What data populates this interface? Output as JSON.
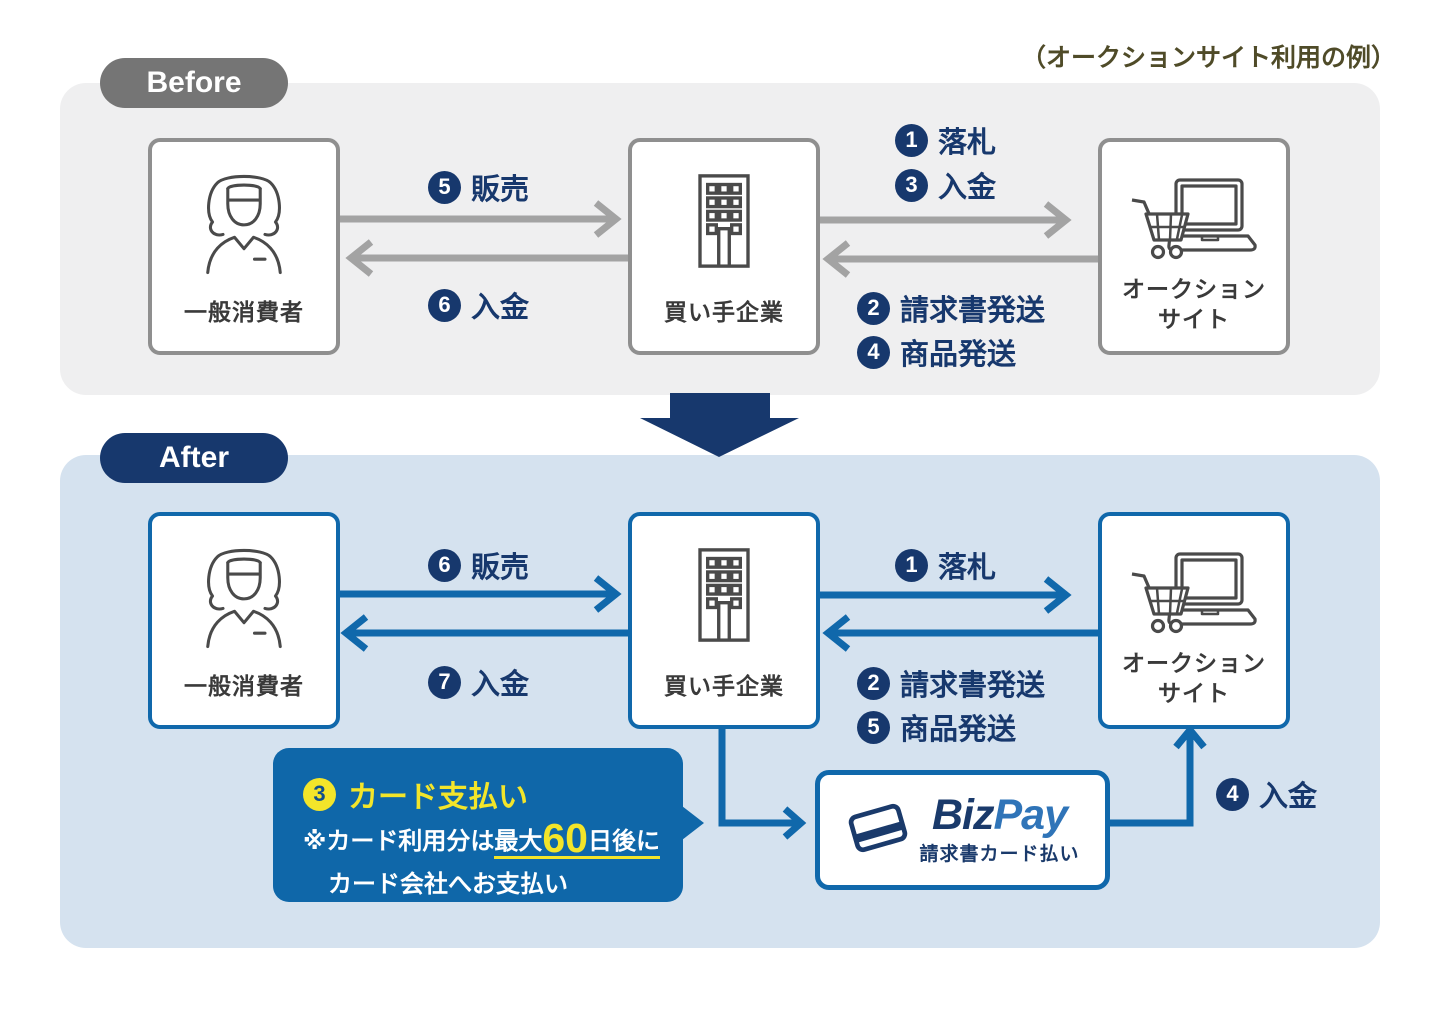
{
  "caption": "（オークションサイト利用の例）",
  "colors": {
    "navy": "#17386d",
    "flow_blue": "#1068ab",
    "arrow_gray": "#a3a3a3",
    "yellow": "#f3e52a",
    "before_bg": "#efeff0",
    "after_bg": "#d5e2ef",
    "callout_bg": "#0f67a9"
  },
  "before": {
    "badge": "Before",
    "nodes": {
      "consumer": {
        "label": "一般消費者",
        "icon": "person-icon"
      },
      "buyer": {
        "label": "買い手企業",
        "icon": "building-icon"
      },
      "auction": {
        "label_line1": "オークション",
        "label_line2": "サイト",
        "icon": "cart-laptop-icon"
      }
    },
    "flows": {
      "sell": {
        "num": "5",
        "label": "販売"
      },
      "deposit": {
        "num": "6",
        "label": "入金"
      },
      "bid": {
        "num": "1",
        "label": "落札"
      },
      "payment": {
        "num": "3",
        "label": "入金"
      },
      "invoice": {
        "num": "2",
        "label": "請求書発送"
      },
      "shipping": {
        "num": "4",
        "label": "商品発送"
      }
    }
  },
  "after": {
    "badge": "After",
    "nodes": {
      "consumer": {
        "label": "一般消費者",
        "icon": "person-icon"
      },
      "buyer": {
        "label": "買い手企業",
        "icon": "building-icon"
      },
      "auction": {
        "label_line1": "オークション",
        "label_line2": "サイト",
        "icon": "cart-laptop-icon"
      }
    },
    "flows": {
      "sell": {
        "num": "6",
        "label": "販売"
      },
      "deposit": {
        "num": "7",
        "label": "入金"
      },
      "bid": {
        "num": "1",
        "label": "落札"
      },
      "invoice": {
        "num": "2",
        "label": "請求書発送"
      },
      "shipping": {
        "num": "5",
        "label": "商品発送"
      },
      "bizpay_deposit": {
        "num": "4",
        "label": "入金"
      }
    },
    "callout": {
      "num": "3",
      "title": "カード支払い",
      "note_prefix": "※カード利用分は",
      "note_em1": "最大",
      "note_big": "60",
      "note_em2": "日後に",
      "note_line2": "カード会社へお支払い"
    },
    "bizpay": {
      "brand_1": "Biz",
      "brand_2": "Pay",
      "tagline": "請求書カード払い"
    }
  }
}
